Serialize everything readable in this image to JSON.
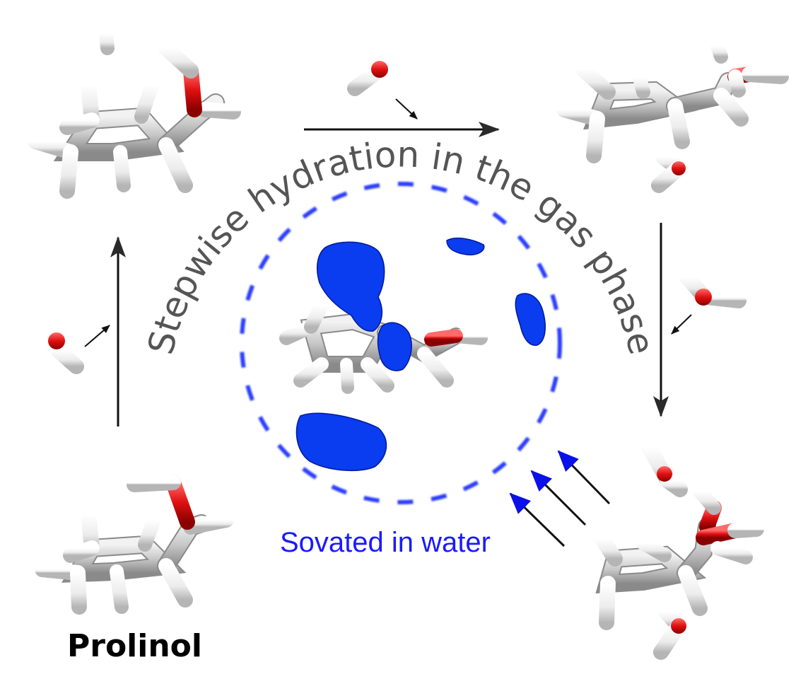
{
  "labels": {
    "molecule_name": "Prolinol",
    "solvation_label": "Sovated in water",
    "arc_title": "Stepwise hydration in the gas phase"
  },
  "colors": {
    "carbon": "#c8c8c8",
    "hydrogen": "#f4f4f4",
    "nitrogen": "#2f5fe0",
    "oxygen": "#e01010",
    "density": "#0a3cf0",
    "dashed_circle": "#2a3cff",
    "arrow": "#1a1a1a",
    "blue_arrow": "#0a10e8"
  },
  "structures": [
    {
      "name": "prolinol-monomer",
      "water_count": 0
    },
    {
      "name": "prolinol-water-1",
      "water_count": 1
    },
    {
      "name": "prolinol-water-2",
      "water_count": 2
    },
    {
      "name": "prolinol-water-3",
      "water_count": 3
    },
    {
      "name": "prolinol-solvated",
      "water_count": 0
    }
  ]
}
